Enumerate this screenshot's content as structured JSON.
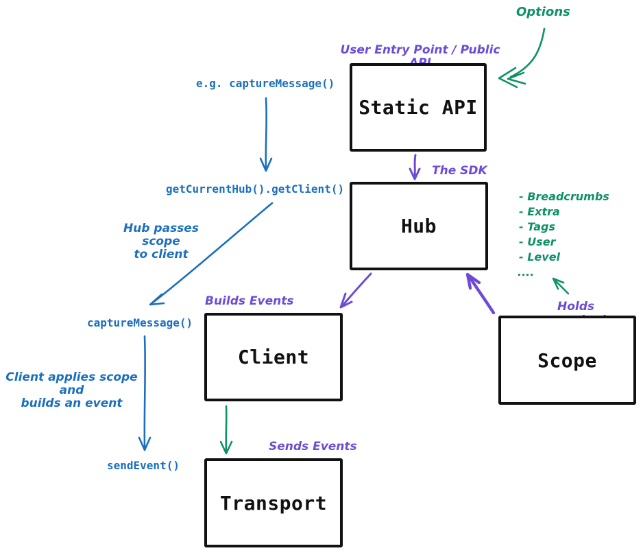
{
  "colors": {
    "blue": "#1a6fbf",
    "purple": "#6c4bd6",
    "green": "#0f9168",
    "box_border": "#111111",
    "box_text": "#111111",
    "background": "#ffffff"
  },
  "boxes": {
    "static_api": "Static API",
    "hub": "Hub",
    "client": "Client",
    "scope": "Scope",
    "transport": "Transport"
  },
  "annotations": {
    "options": "Options",
    "user_entry": "User Entry Point / Public API",
    "the_sdk": "The SDK",
    "builds_events": "Builds Events",
    "holds_context": "Holds context",
    "sends_events": "Sends Events",
    "hub_passes_scope": "Hub passes scope\nto client",
    "client_applies": "Client applies scope and\nbuilds an event"
  },
  "code_labels": {
    "eg_capture_message": "e.g. captureMessage()",
    "get_current_hub": "getCurrentHub().getClient()",
    "capture_message": "captureMessage()",
    "send_event": "sendEvent()"
  },
  "scope_context_list": [
    "- Breadcrumbs",
    "- Extra",
    "- Tags",
    "- User",
    "- Level",
    "...."
  ],
  "edges": [
    {
      "from": "Options",
      "to": "Static API",
      "color": "green"
    },
    {
      "from": "Static API",
      "to": "Hub",
      "color": "purple"
    },
    {
      "from": "Hub",
      "to": "Client",
      "color": "purple"
    },
    {
      "from": "Scope",
      "to": "Hub",
      "color": "purple"
    },
    {
      "from": "Client",
      "to": "Transport",
      "color": "green"
    },
    {
      "from": "Holds context",
      "to": "context list",
      "color": "green"
    },
    {
      "from": "e.g. captureMessage()",
      "to": "getCurrentHub().getClient()",
      "color": "blue"
    },
    {
      "from": "getCurrentHub().getClient()",
      "to": "captureMessage()",
      "color": "blue"
    },
    {
      "from": "captureMessage()",
      "to": "sendEvent()",
      "color": "blue"
    }
  ]
}
